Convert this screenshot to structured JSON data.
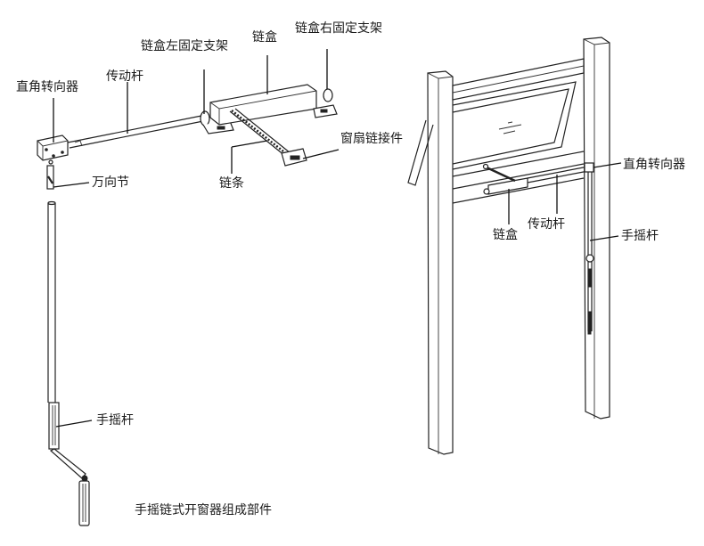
{
  "caption": "手摇链式开窗器组成部件",
  "left_diagram": {
    "labels": {
      "right_angle_diverter": "直角转向器",
      "drive_rod": "传动杆",
      "chain_box_left_bracket": "链盒左固定支架",
      "chain_box": "链盒",
      "chain_box_right_bracket": "链盒右固定支架",
      "sash_chain_connector": "窗扇链接件",
      "universal_joint": "万向节",
      "chain": "链条",
      "crank_handle": "手摇杆"
    }
  },
  "right_diagram": {
    "labels": {
      "right_angle_diverter": "直角转向器",
      "chain_box": "链盒",
      "drive_rod": "传动杆",
      "crank_handle": "手摇杆"
    }
  },
  "colors": {
    "line": "#222222",
    "background": "#ffffff"
  }
}
